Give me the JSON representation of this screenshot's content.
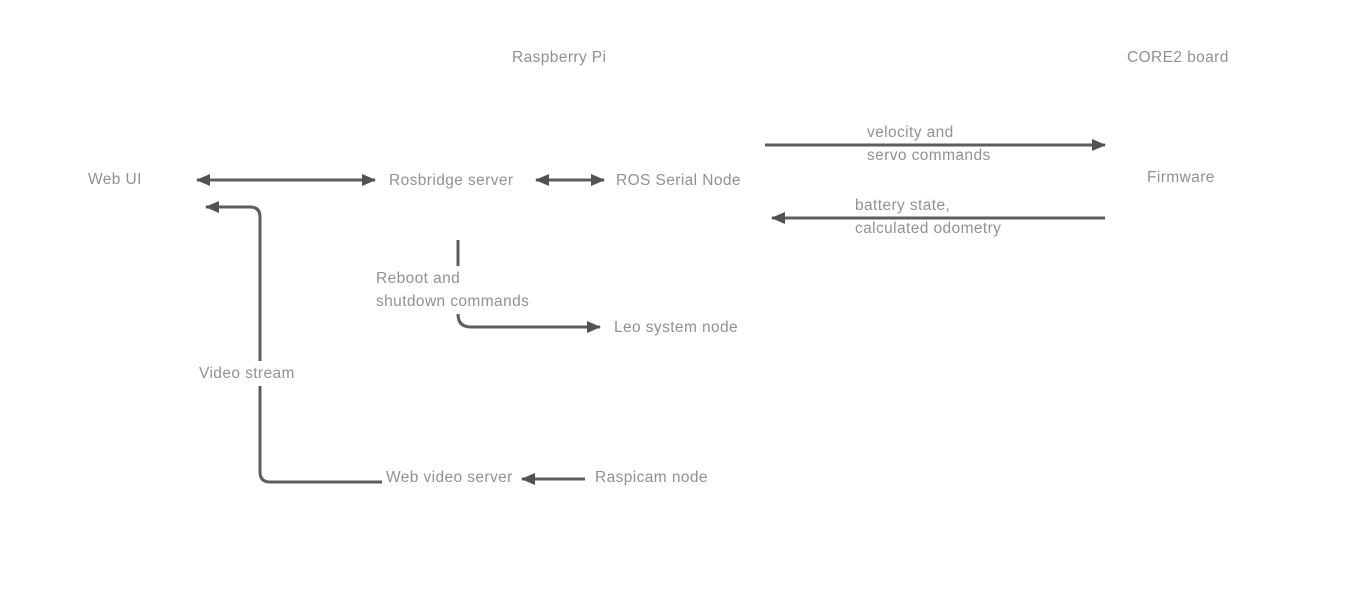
{
  "diagram": {
    "sections": {
      "raspberry_pi": {
        "label": "Raspberry Pi"
      },
      "core2_board": {
        "label": "CORE2 board"
      }
    },
    "nodes": {
      "web_ui": {
        "label": "Web UI"
      },
      "rosbridge_server": {
        "label": "Rosbridge server"
      },
      "ros_serial_node": {
        "label": "ROS Serial Node"
      },
      "firmware": {
        "label": "Firmware"
      },
      "leo_system_node": {
        "label": "Leo system node"
      },
      "web_video_server": {
        "label": "Web video server"
      },
      "raspicam_node": {
        "label": "Raspicam node"
      }
    },
    "edges": {
      "web_ui_rosbridge": {
        "label": "",
        "direction": "bidirectional"
      },
      "rosbridge_ros_serial": {
        "label": "",
        "direction": "bidirectional"
      },
      "velocity_servo": {
        "label": "velocity and\nservo commands",
        "direction": "to-firmware"
      },
      "battery_odometry": {
        "label": "battery state,\ncalculated odometry",
        "direction": "to-ros-serial-node"
      },
      "reboot_shutdown": {
        "label": "Reboot and\nshutdown commands",
        "direction": "to-leo-system-node"
      },
      "video_stream": {
        "label": "Video stream",
        "direction": "to-web-ui"
      },
      "raspicam_to_web_video": {
        "label": "",
        "direction": "to-web-video-server"
      }
    },
    "colors": {
      "line": "#5d5d5d",
      "arrow": "#525252",
      "text": "#919191",
      "background": "#ffffff"
    }
  }
}
